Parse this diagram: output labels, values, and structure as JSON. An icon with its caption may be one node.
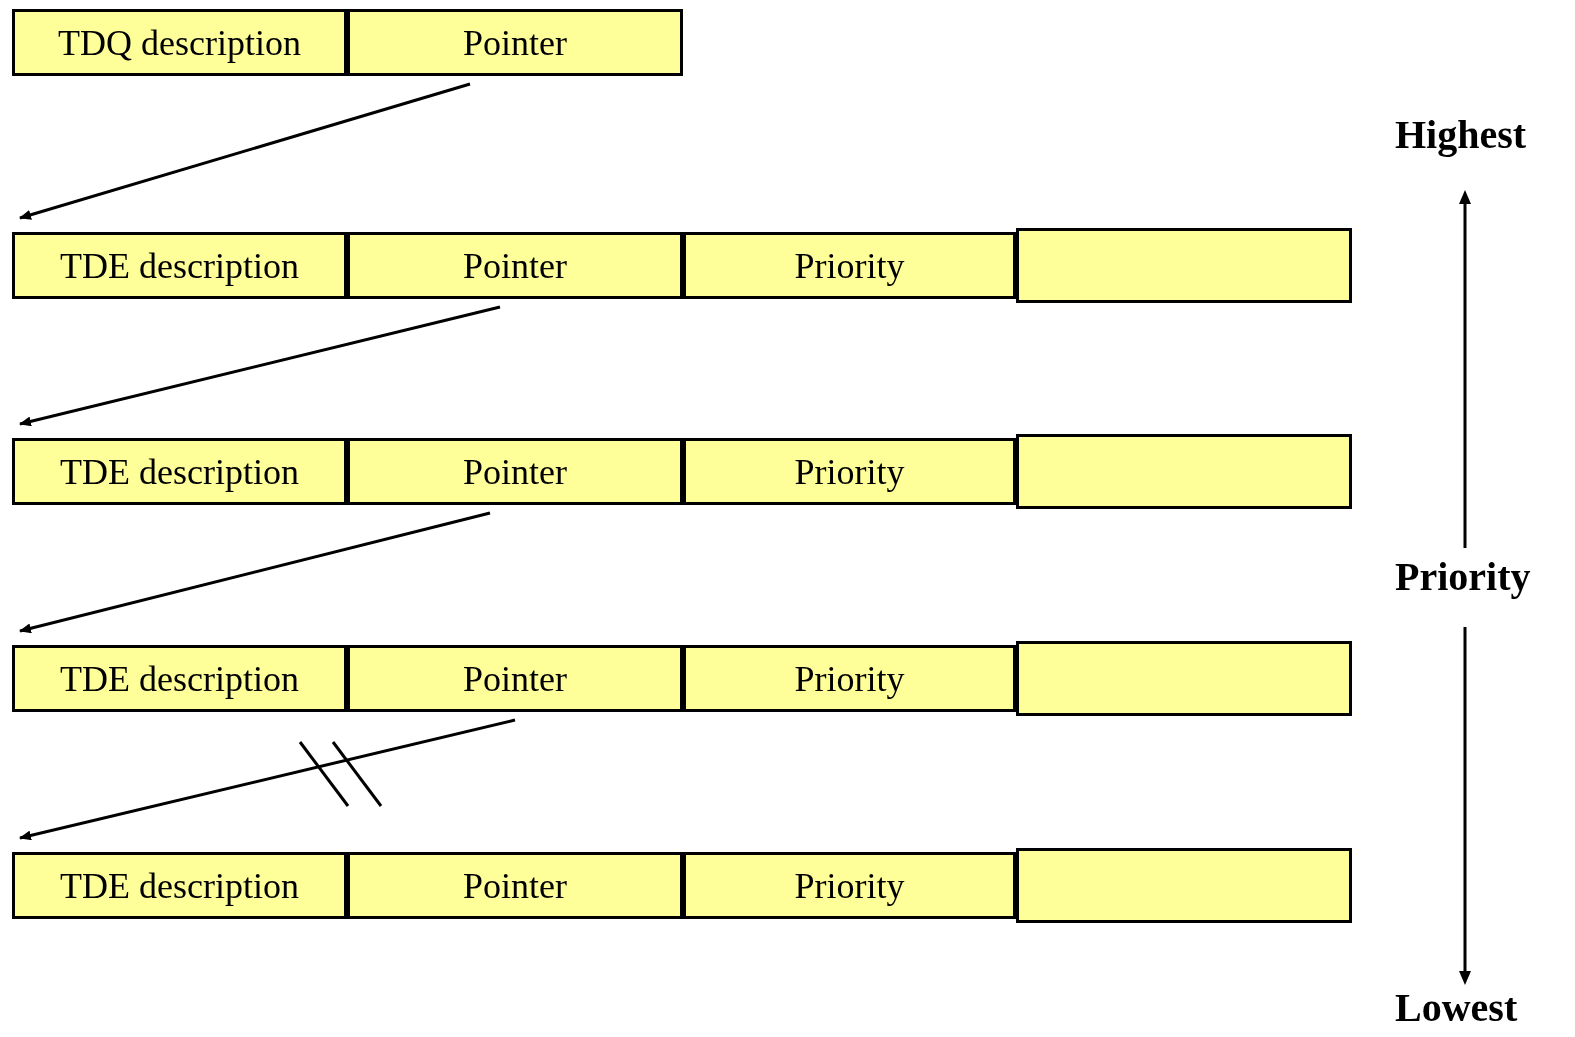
{
  "diagram": {
    "nodes": [
      {
        "text": [
          "TDQ description"
        ]
      },
      {
        "text": [
          "Pointer"
        ]
      },
      {
        "text": [
          "TDE description"
        ]
      },
      {
        "text": [
          "Pointer"
        ]
      },
      {
        "text": [
          "Priority"
        ]
      },
      {
        "text": [],
        "shape": "box"
      },
      {
        "text": [
          "TDE description"
        ]
      },
      {
        "text": [
          "Pointer"
        ]
      },
      {
        "text": [
          "Priority"
        ]
      },
      {
        "text": [],
        "shape": "box"
      },
      {
        "text": [
          "TDE description"
        ]
      },
      {
        "text": [
          "Pointer"
        ]
      },
      {
        "text": [
          "Priority"
        ]
      },
      {
        "text": [],
        "shape": "box"
      },
      {
        "text": [
          "TDE description"
        ]
      },
      {
        "text": [
          "Pointer"
        ]
      },
      {
        "text": [
          "Priority"
        ]
      },
      {
        "text": [],
        "shape": "box"
      }
    ],
    "edges": [
      {
        "from": 1,
        "to": 2,
        "arrow": "to"
      },
      {
        "from": 3,
        "to": 6,
        "arrow": "to"
      },
      {
        "from": 7,
        "to": 10,
        "arrow": "to"
      },
      {
        "from": 11,
        "to": 14,
        "arrow": "to"
      }
    ],
    "labels": [
      "Highest",
      "Priority",
      "Lowest"
    ]
  }
}
